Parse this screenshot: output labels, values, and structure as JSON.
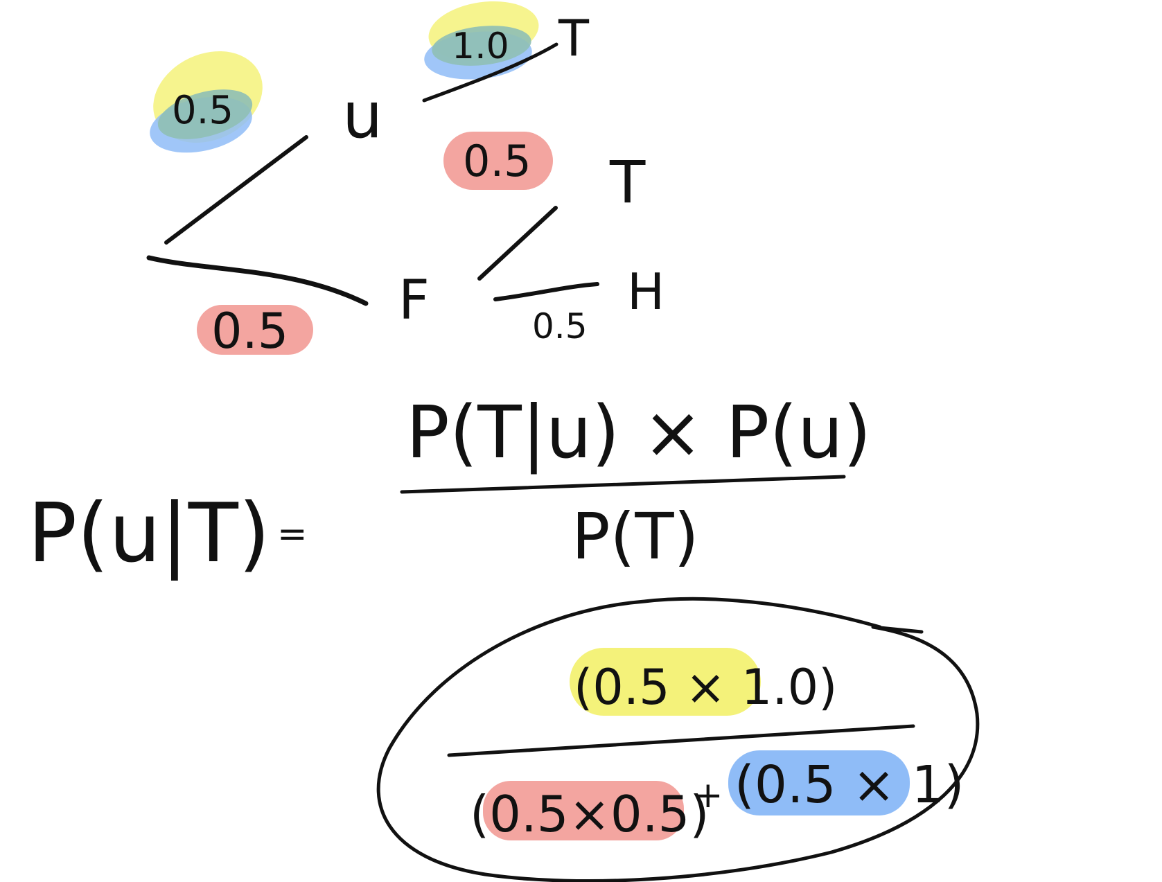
{
  "colors": {
    "ink": "#111111",
    "yellow": "#f4f27a",
    "blue": "#8fbcf7",
    "overlap": "#8fbfb5",
    "red": "#f3a5a0",
    "background": "#ffffff"
  },
  "tree": {
    "root_to_u_prob": "0.5",
    "root_to_f_prob": "0.5",
    "node_u": "u",
    "node_f": "F",
    "u_to_t_prob": "1.0",
    "u_t_leaf": "T",
    "f_to_t_prob": "0.5",
    "f_t_leaf": "T",
    "f_to_h_prob": "0.5",
    "f_h_leaf": "H"
  },
  "formula": {
    "lhs": "P(u|T)",
    "equals": "=",
    "numerator": "P(T|u) × P(u)",
    "denominator": "P(T)"
  },
  "calculation": {
    "numerator": "(0.5 × 1.0)",
    "denom_left": "(0.5×0.5)",
    "plus": "+",
    "denom_right": "(0.5 × 1)"
  }
}
